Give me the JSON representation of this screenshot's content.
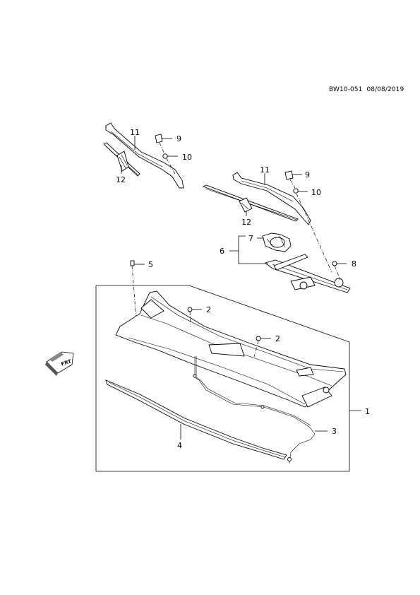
{
  "reference": {
    "code": "BW10-051",
    "date": "08/08/2019"
  },
  "callouts": {
    "c1": "1",
    "c2a": "2",
    "c2b": "2",
    "c3": "3",
    "c4": "4",
    "c5": "5",
    "c6": "6",
    "c7": "7",
    "c8": "8",
    "c9a": "9",
    "c9b": "9",
    "c10a": "10",
    "c10b": "10",
    "c11a": "11",
    "c11b": "11",
    "c12a": "12",
    "c12b": "12"
  },
  "orientation_badge": {
    "text": "FRT",
    "icon": "front-direction-arrow-icon"
  }
}
